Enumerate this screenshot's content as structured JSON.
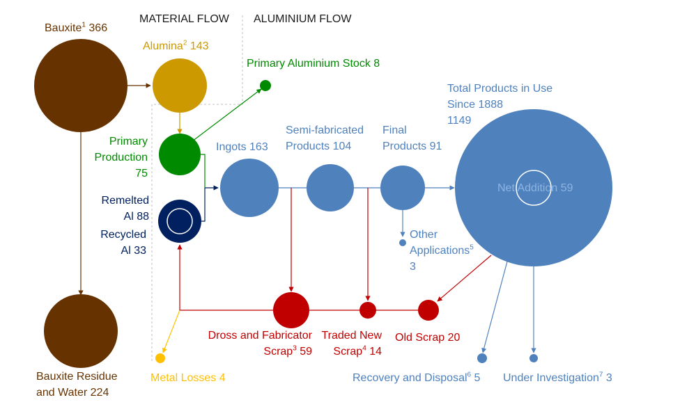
{
  "headers": {
    "material": "MATERIAL FLOW",
    "aluminium": "ALUMINIUM FLOW"
  },
  "colors": {
    "brown": "#663300",
    "gold": "#CC9900",
    "green": "#008A00",
    "navy": "#002060",
    "blue": "#4F81BD",
    "red": "#C00000",
    "yellow": "#FFC000",
    "divider": "#BFBFBF"
  },
  "labels": {
    "bauxite": {
      "name": "Bauxite",
      "sup": "1",
      "value": "366"
    },
    "alumina": {
      "name": "Alumina",
      "sup": "2",
      "value": "143"
    },
    "primary_stock": {
      "text": "Primary Aluminium Stock 8"
    },
    "primary_production": {
      "line1": "Primary",
      "line2": "Production",
      "value": "75"
    },
    "remelted": {
      "line1": "Remelted",
      "line2": "Al 88"
    },
    "recycled": {
      "line1": "Recycled",
      "line2": "Al 33"
    },
    "ingots": {
      "text": "Ingots 163"
    },
    "semis": {
      "line1": "Semi-fabricated",
      "line2": "Products 104"
    },
    "final": {
      "line1": "Final",
      "line2": "Products 91"
    },
    "in_use": {
      "line1": "Total Products in Use",
      "line2": "Since 1888",
      "value": "1149"
    },
    "net_addition": {
      "text": "Net Addition 59"
    },
    "other_apps": {
      "line1": "Other",
      "line2": "Applications",
      "sup": "5",
      "value": "3"
    },
    "dross": {
      "line1": "Dross and Fabricator",
      "line2": "Scrap",
      "sup": "3",
      "value": "59"
    },
    "traded": {
      "line1": "Traded New",
      "line2": "Scrap",
      "sup": "4",
      "value": "14"
    },
    "old_scrap": {
      "text": "Old Scrap 20"
    },
    "residue": {
      "line1": "Bauxite Residue",
      "line2": "and Water 224"
    },
    "metal_losses": {
      "text": "Metal Losses 4"
    },
    "recovery": {
      "name": "Recovery and Disposal",
      "sup": "6",
      "value": "5"
    },
    "under_investigation": {
      "name": "Under Investigation",
      "sup": "7",
      "value": "3"
    }
  }
}
